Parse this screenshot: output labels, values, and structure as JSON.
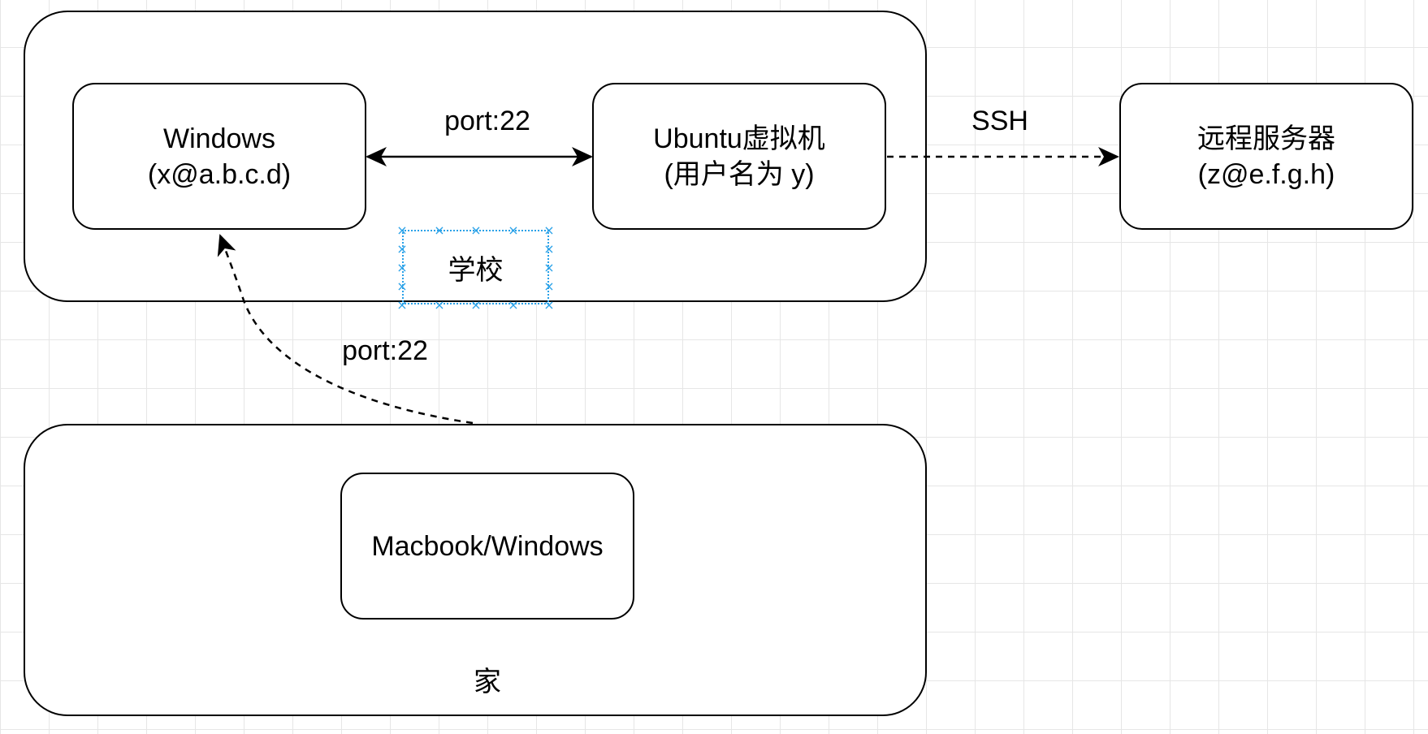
{
  "school": {
    "label": "学校",
    "windows": {
      "line1": "Windows",
      "line2": "(x@a.b.c.d)"
    },
    "ubuntu": {
      "line1": "Ubuntu虚拟机",
      "line2": "(用户名为 y)"
    }
  },
  "remote": {
    "line1": "远程服务器",
    "line2": "(z@e.f.g.h)"
  },
  "home": {
    "label": "家",
    "device": "Macbook/Windows"
  },
  "edges": {
    "windows_ubuntu": "port:22",
    "ubuntu_remote": "SSH",
    "home_windows": "port:22"
  },
  "selection_handle_glyph": "×",
  "colors": {
    "stroke": "#000000",
    "selection": "#29a1e8",
    "grid": "#e6e6e6"
  }
}
